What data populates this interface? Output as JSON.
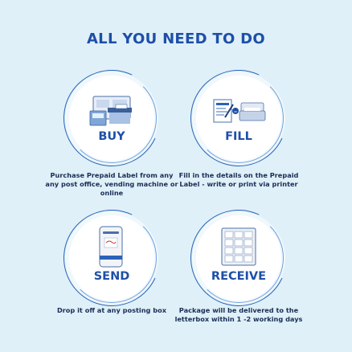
{
  "title": "ALL YOU NEED TO DO",
  "steps": [
    {
      "label": "BUY",
      "description": "Purchase Prepaid Label from any any post office, vending machine or online",
      "icon": "post-office-counter-icon"
    },
    {
      "label": "FILL",
      "description": "Fill in the details on the Prepaid Label - write or print via printer",
      "icon": "label-and-printer-icon"
    },
    {
      "label": "SEND",
      "description": "Drop it off at any posting box",
      "icon": "posting-box-icon"
    },
    {
      "label": "RECEIVE",
      "description": "Package will be delivered to the letterbox within 1 -2 working days",
      "icon": "letterbox-icon"
    }
  ],
  "colors": {
    "background": "#dff0f8",
    "accent": "#1e4fa8",
    "text": "#1a2e57"
  }
}
